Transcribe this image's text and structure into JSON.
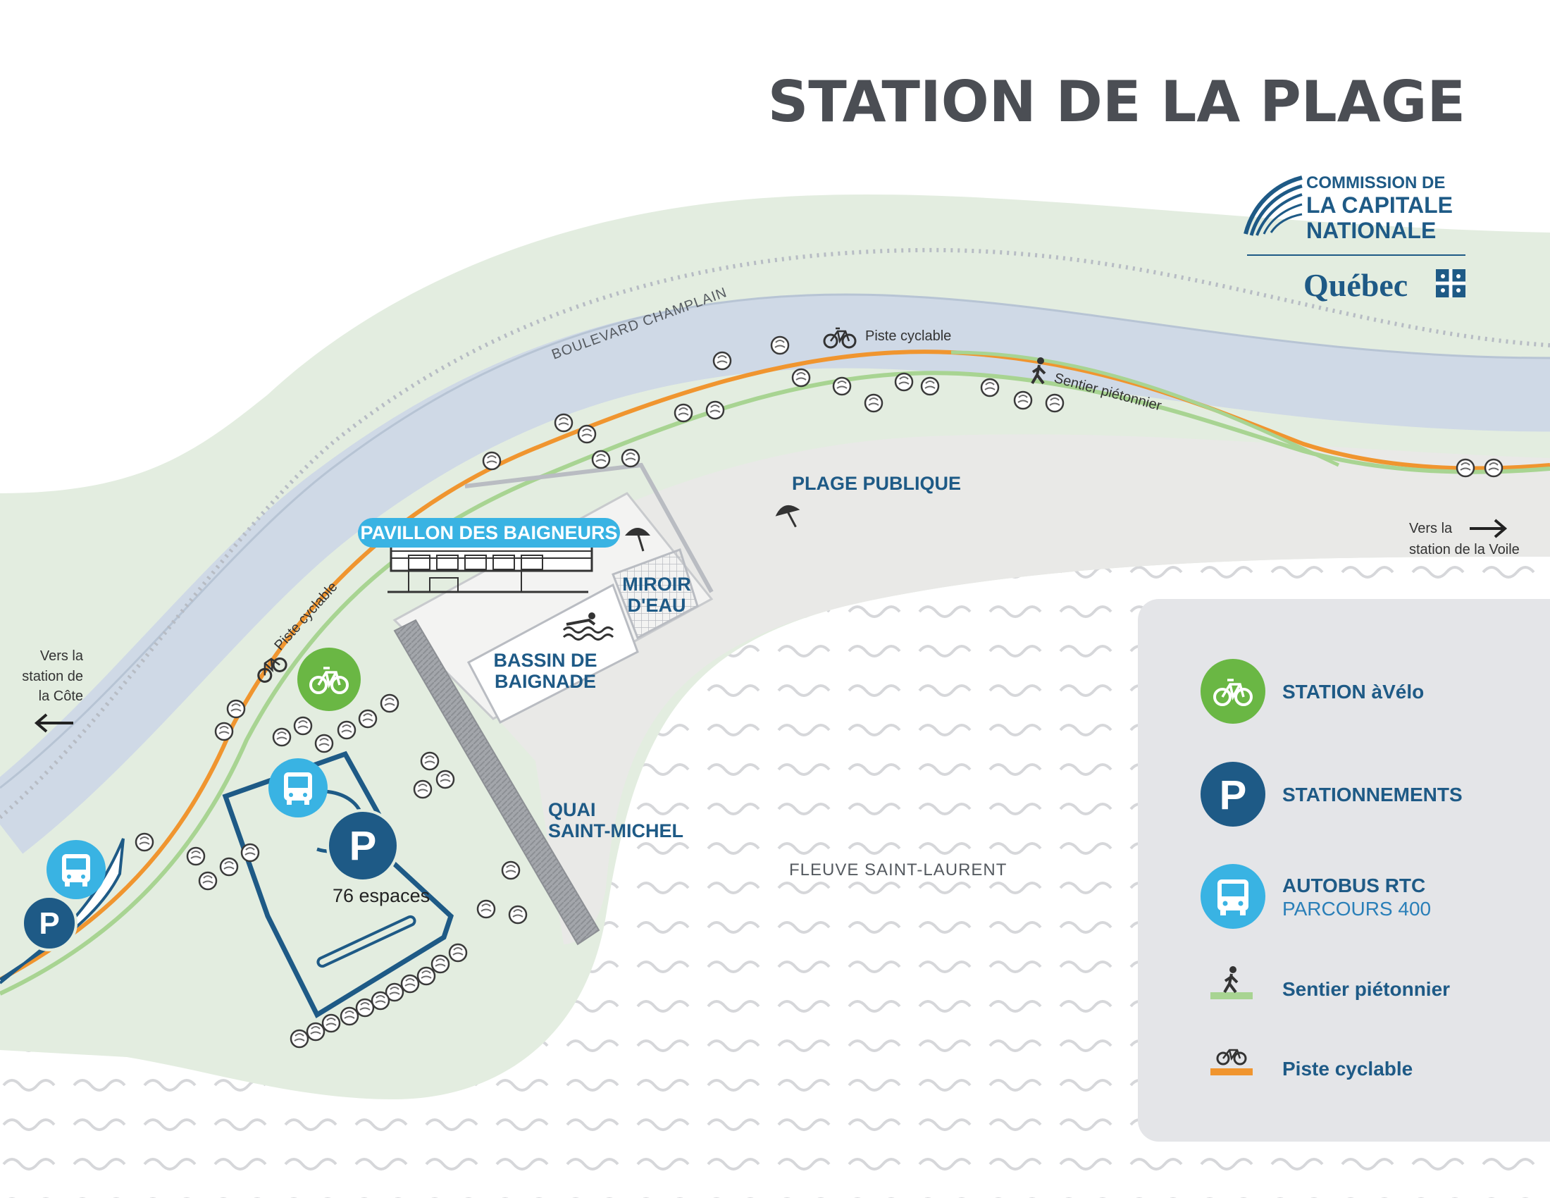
{
  "title": "STATION DE LA PLAGE",
  "logo": {
    "line1": "COMMISSION DE",
    "line2": "LA CAPITALE",
    "line3": "NATIONALE",
    "quebec": "Québec"
  },
  "map_labels": {
    "boulevard": "BOULEVARD CHAMPLAIN",
    "piste_top": "Piste cyclable",
    "piste_left": "Piste cyclable",
    "sentier": "Sentier piétonnier",
    "plage": "PLAGE PUBLIQUE",
    "pavillon": "PAVILLON DES BAIGNEURS",
    "miroir_1": "MIROIR",
    "miroir_2": "D'EAU",
    "bassin_1": "BASSIN DE",
    "bassin_2": "BAIGNADE",
    "quai_1": "QUAI",
    "quai_2": "SAINT-MICHEL",
    "parking_spaces": "76 espaces",
    "fleuve": "FLEUVE SAINT-LAURENT",
    "vers_voile_1": "Vers la",
    "vers_voile_2": "station de la Voile",
    "vers_cote_1": "Vers la",
    "vers_cote_2": "station de",
    "vers_cote_3": "la Côte"
  },
  "legend": {
    "items": [
      {
        "label": "STATION àVélo",
        "icon": "bike-station-icon"
      },
      {
        "label": "STATIONNEMENTS",
        "icon": "parking-icon"
      },
      {
        "label": "AUTOBUS RTC",
        "sublabel": "PARCOURS 400",
        "icon": "bus-icon"
      },
      {
        "label": "Sentier piétonnier",
        "icon": "pedestrian-path-icon"
      },
      {
        "label": "Piste cyclable",
        "icon": "bike-path-icon"
      }
    ]
  },
  "colors": {
    "grass": "#e3ede0",
    "road": "#cfd9e6",
    "bike_path": "#f0952f",
    "pedestrian_path": "#a8d492",
    "sand": "#e9e9e7",
    "water_wave": "#d6d7da",
    "legend_bg": "#e4e5e8",
    "dark_blue": "#1e5a86",
    "light_blue": "#39b3e3",
    "green": "#6ab744"
  }
}
